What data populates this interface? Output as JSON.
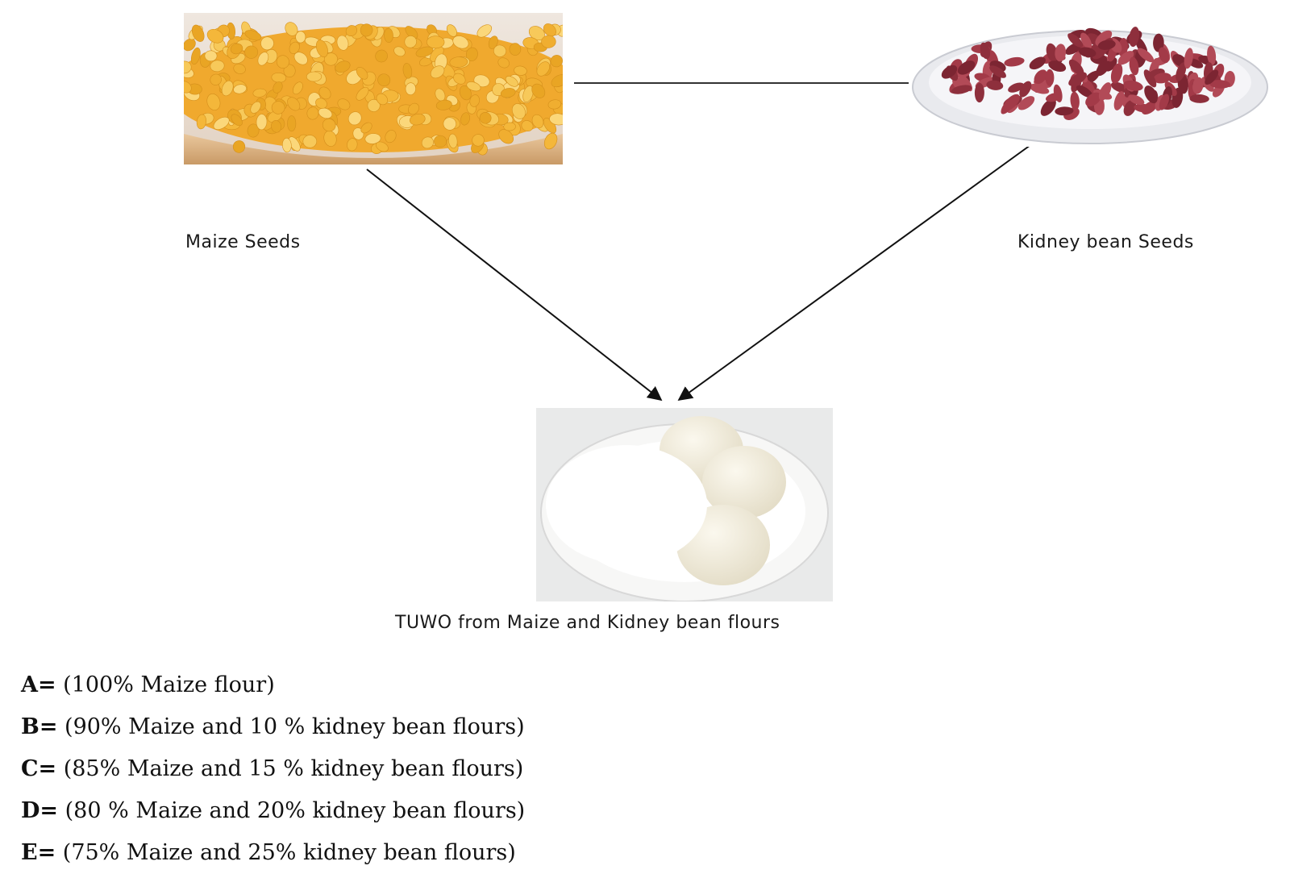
{
  "diagram": {
    "sources": [
      {
        "id": "maize",
        "caption": "Maize Seeds",
        "photo": "maize-seeds-photo"
      },
      {
        "id": "kidney_bean",
        "caption": "Kidney bean Seeds",
        "photo": "kidney-bean-seeds-photo"
      }
    ],
    "product": {
      "caption": "TUWO from Maize and Kidney bean flours",
      "photo": "tuwo-balls-photo"
    },
    "colors": {
      "maize": "#f2b53a",
      "bean": "#8e2f3c",
      "tuwo": "#f3efe2",
      "arrow": "#111111"
    }
  },
  "legend": [
    {
      "key": "A=",
      "text": " (100% Maize flour)"
    },
    {
      "key": "B=",
      "text": " (90% Maize and 10 % kidney bean flours)"
    },
    {
      "key": "C=",
      "text": " (85% Maize and 15 % kidney bean flours)"
    },
    {
      "key": "D=",
      "text": " (80 % Maize and 20% kidney bean flours)"
    },
    {
      "key": "E=",
      "text": " (75% Maize and 25% kidney bean flours)"
    }
  ]
}
